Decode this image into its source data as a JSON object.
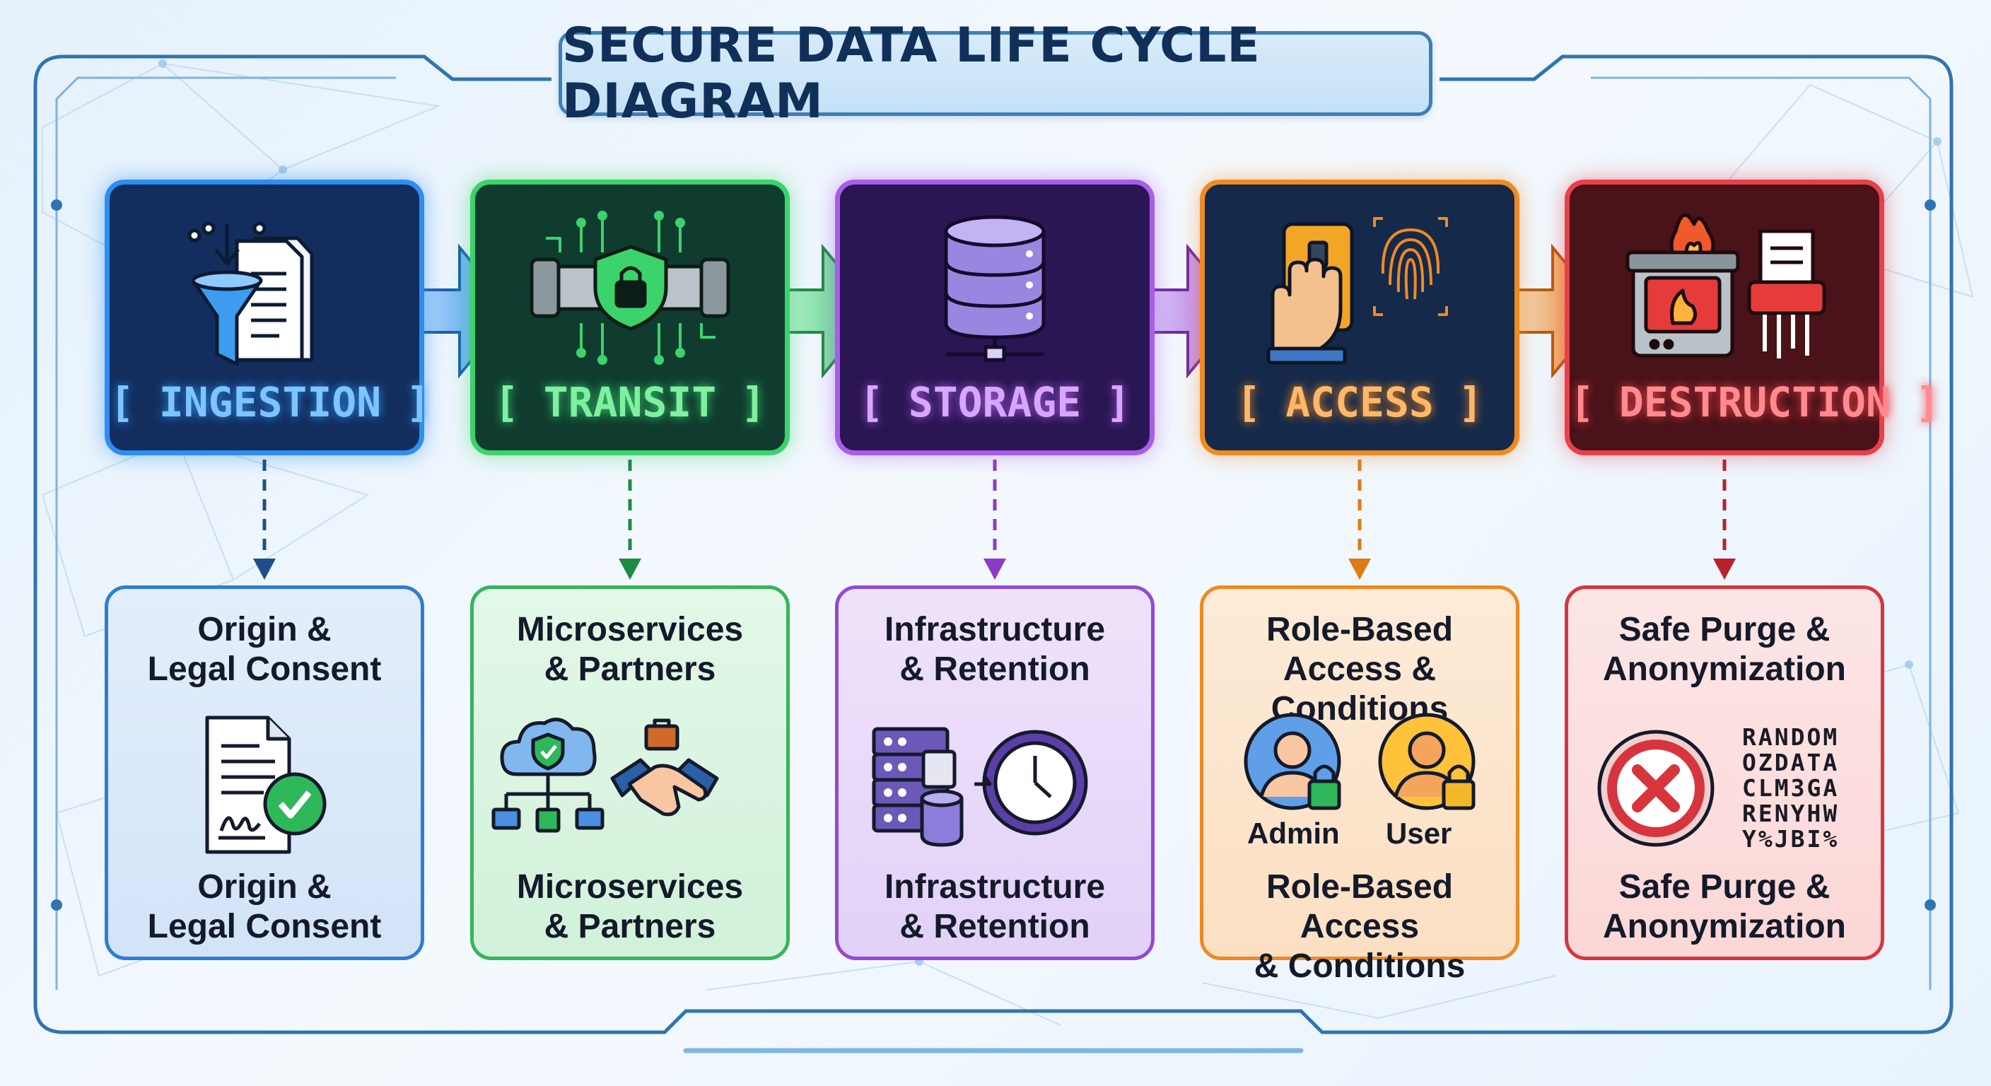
{
  "title": "SECURE DATA LIFE CYCLE DIAGRAM",
  "colors": {
    "ingestion": "#2d8ef0",
    "transit": "#3bd36b",
    "storage": "#a85ee8",
    "access": "#f08a22",
    "destruction": "#e8404a"
  },
  "stages": [
    {
      "label": "[ INGESTION ]",
      "icon": "funnel-document-icon"
    },
    {
      "label": "[ TRANSIT ]",
      "icon": "secure-pipe-icon"
    },
    {
      "label": "[ STORAGE ]",
      "icon": "database-server-icon"
    },
    {
      "label": "[ ACCESS ]",
      "icon": "card-fingerprint-icon"
    },
    {
      "label": "[ DESTRUCTION ]",
      "icon": "incinerator-shredder-icon"
    }
  ],
  "details": [
    {
      "top": "Origin &\nLegal Consent",
      "bottom": "Origin &\nLegal Consent",
      "icon": "signed-document-icon"
    },
    {
      "top": "Microservices\n& Partners",
      "bottom": "Microservices\n& Partners",
      "icon": "cloud-network-handshake-icon"
    },
    {
      "top": "Infrastructure\n& Retention",
      "bottom": "Infrastructure\n& Retention",
      "icon": "server-clock-icon"
    },
    {
      "top": "Role-Based\nAccess & Conditions",
      "bottom": "Role-Based Access\n& Conditions",
      "icon": "user-lock-icon",
      "roles": [
        "Admin",
        "User"
      ]
    },
    {
      "top": "Safe Purge &\nAnonymization",
      "bottom": "Safe Purge &\nAnonymization",
      "icon": "delete-circle-icon",
      "random_lines": [
        "RANDOM",
        "OZDATA",
        "CLM3GA",
        "RENYHW",
        "Y%JBI%"
      ]
    }
  ]
}
